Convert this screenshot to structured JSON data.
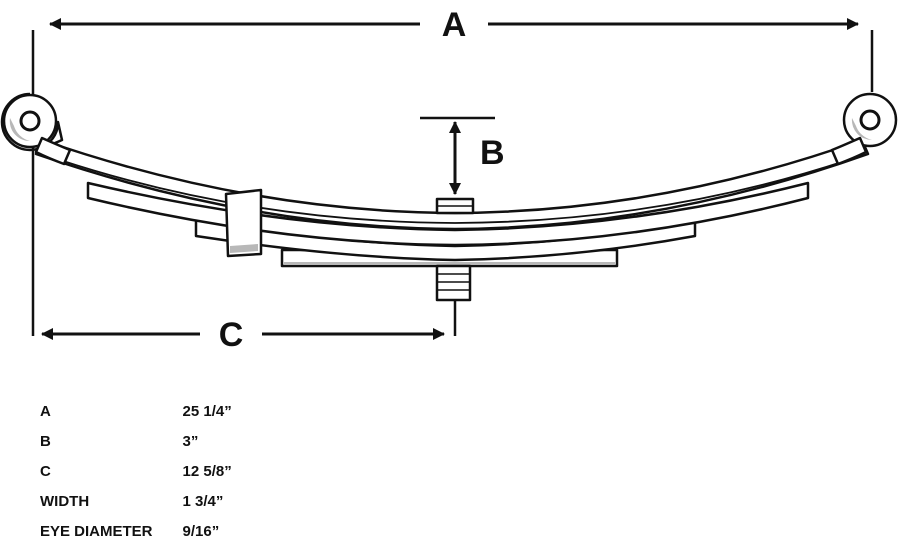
{
  "dimension_labels": {
    "a": "A",
    "b": "B",
    "c": "C"
  },
  "specs": [
    {
      "key": "A",
      "value": "25 1/4”"
    },
    {
      "key": "B",
      "value": "3”"
    },
    {
      "key": "C",
      "value": "12 5/8”"
    },
    {
      "key": "WIDTH",
      "value": "1 3/4”"
    },
    {
      "key": "EYE DIAMETER",
      "value": "9/16”"
    }
  ],
  "colors": {
    "line": "#111111",
    "fill": "#ffffff",
    "shadow": "#b8b8b8"
  }
}
